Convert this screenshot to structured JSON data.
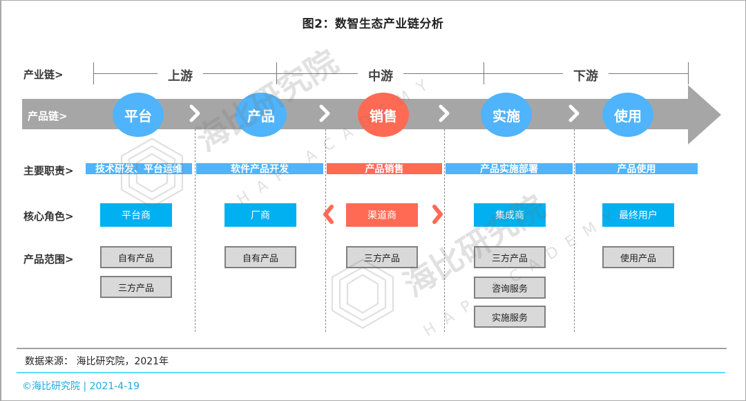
{
  "title": "图2：数智生态产业链分析",
  "rows": {
    "industry_chain": "产业链>",
    "product_chain": "产品链>",
    "duties": "主要职责>",
    "roles": "核心角色>",
    "scope": "产品范围>"
  },
  "segments": [
    {
      "label": "上游"
    },
    {
      "label": "中游"
    },
    {
      "label": "下游"
    }
  ],
  "stages": [
    {
      "name": "平台",
      "color": "blue",
      "duty": "技术研发、平台运维",
      "role": "平台商",
      "scope": [
        "自有产品",
        "三方产品"
      ]
    },
    {
      "name": "产品",
      "color": "blue",
      "duty": "软件产品开发",
      "role": "厂商",
      "scope": [
        "自有产品"
      ]
    },
    {
      "name": "销售",
      "color": "red",
      "duty": "产品销售",
      "role": "渠道商",
      "scope": [
        "三方产品"
      ]
    },
    {
      "name": "实施",
      "color": "blue",
      "duty": "产品实施部署",
      "role": "集成商",
      "scope": [
        "三方产品",
        "咨询服务",
        "实施服务"
      ]
    },
    {
      "name": "使用",
      "color": "blue",
      "duty": "产品使用",
      "role": "最终用户",
      "scope": [
        "使用产品"
      ]
    }
  ],
  "colors": {
    "blue_bubble": "#4fb4fb",
    "red": "#ff6a55",
    "role_blue": "#00b0f0",
    "arrow_gray": "#a6a6a6",
    "scope_fill": "#d9d9d9",
    "footer_line": "#5fd9f9",
    "footer_text": "#1fa7e2"
  },
  "watermark": {
    "cn": "海比研究院",
    "en": "HAP ACADEMY"
  },
  "source": "数据来源： 海比研究院，2021年",
  "footer": "©海比研究院 | 2021-4-19"
}
